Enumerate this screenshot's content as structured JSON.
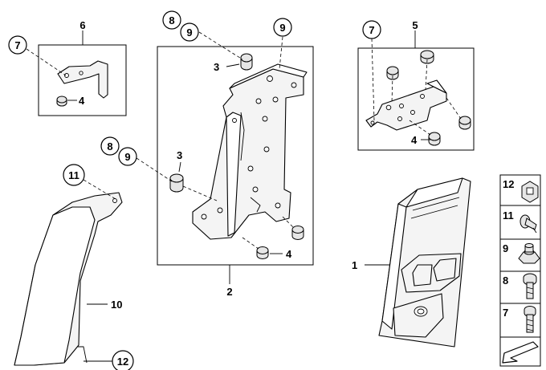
{
  "callouts": {
    "p1": "1",
    "p2": "2",
    "p3a": "3",
    "p3b": "3",
    "p4a": "4",
    "p4b": "4",
    "p4c": "4",
    "p5": "5",
    "p6": "6",
    "p7a": "7",
    "p7b": "7",
    "p8a": "8",
    "p8b": "8",
    "p9a": "9",
    "p9b": "9",
    "p9c": "9",
    "p10": "10",
    "p11": "11",
    "p12": "12"
  },
  "legend": [
    "12",
    "11",
    "9",
    "8",
    "7"
  ]
}
